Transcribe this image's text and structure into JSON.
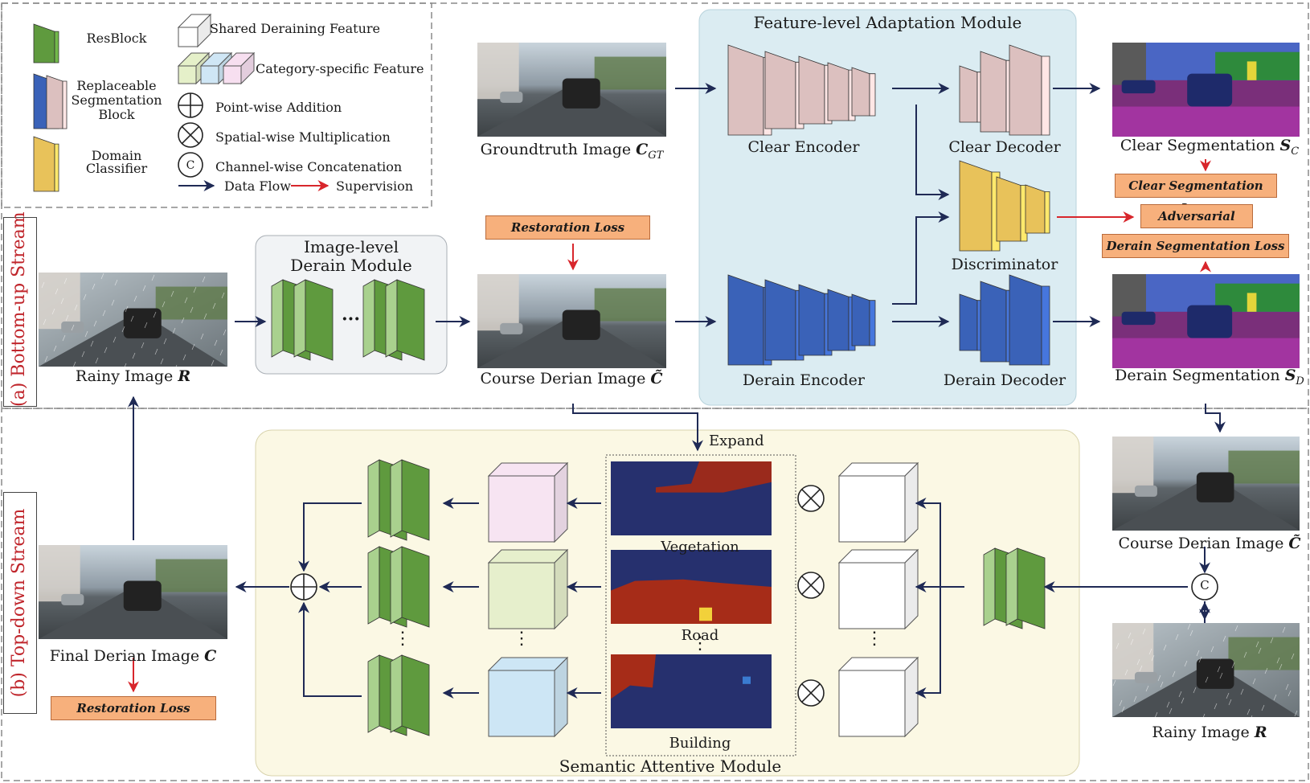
{
  "legend": {
    "resblock": "ResBlock",
    "replaceable": [
      "Replaceable",
      "Segmentation",
      "Block"
    ],
    "domain": [
      "Domain",
      "Classifier"
    ],
    "shared": "Shared Deraining Feature",
    "category": "Category-specific Feature",
    "addition": "Point-wise Addition",
    "multiplication": "Spatial-wise Multiplication",
    "concatenation": "Channel-wise Concatenation",
    "concat_symbol": "C",
    "data_flow": "Data Flow",
    "supervision": "Supervision"
  },
  "streams": {
    "bottom_up": "(a) Bottom-up Stream",
    "top_down": "(b) Top-down Stream"
  },
  "modules": {
    "feature_level": "Feature-level Adaptation Module",
    "image_level": [
      "Image-level",
      "Derain Module"
    ],
    "semantic": "Semantic Attentive Module"
  },
  "images": {
    "groundtruth": "Groundtruth Image",
    "groundtruth_sym": "C",
    "groundtruth_sub": "GT",
    "rainy": "Rainy Image",
    "rainy_sym": "R",
    "course_derain": "Course Derian Image",
    "course_derain_sym": "C̃",
    "final_derain": "Final Derian Image",
    "final_derain_sym": "C",
    "clear_seg": "Clear Segmentation",
    "clear_seg_sym": "S",
    "clear_seg_sub": "C",
    "derain_seg": "Derain Segmentation",
    "derain_seg_sym": "S",
    "derain_seg_sub": "D"
  },
  "blocks": {
    "clear_encoder": "Clear Encoder",
    "clear_decoder": "Clear Decoder",
    "discriminator": "Discriminator",
    "derain_encoder": "Derain Encoder",
    "derain_decoder": "Derain Decoder"
  },
  "losses": {
    "restoration_top": "Restoration Loss",
    "clear_seg": "Clear Segmentation Loss",
    "adversarial": "Adversarial Loss",
    "derain_seg": "Derain Segmentation Loss",
    "restoration_bottom": "Restoration Loss"
  },
  "attention": {
    "expand": "Expand",
    "vegetation": "Vegetation",
    "road": "Road",
    "building": "Building"
  },
  "symbols": {
    "ellipsis": "···",
    "vdots": "⋮"
  },
  "colors": {
    "resblock": "#5f9a3e",
    "resblock_light": "#a9d18e",
    "derain_blue": "#3a62b8",
    "clear_pink": "#dcc0bf",
    "domain_gold": "#e8c25a",
    "data_flow": "#1f2a55",
    "supervision": "#d8262c",
    "loss_fill": "#f7b07c",
    "feature_panel": "#dbecf2",
    "semantic_panel": "#fbf8e4",
    "stream_title": "#c0262c"
  }
}
